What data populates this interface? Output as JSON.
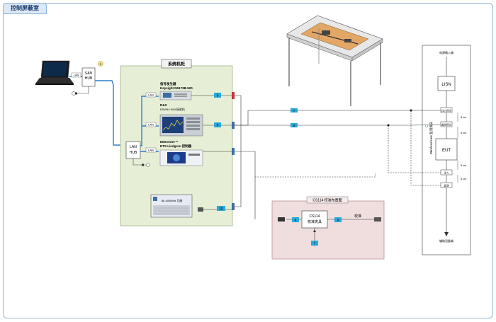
{
  "page_title": "控制屏蔽室",
  "hub1": {
    "label1": "SAN",
    "label2": "HUB",
    "lan": "LAN",
    "step": "1"
  },
  "hub2": {
    "label1": "LAN",
    "label2": "HUB"
  },
  "lan_labels": [
    "LAN",
    "LAN",
    "LAN"
  ],
  "cabinet": {
    "title": "系统机柜"
  },
  "instruments": [
    {
      "title": "信号发生器",
      "model": "Keysight N5173B-520"
    },
    {
      "title": "R&S",
      "model": "ESW44 EMI 接收机"
    },
    {
      "title": "EMCenter™",
      "model": "ETS-Lindgren 控制器"
    }
  ],
  "amp": {
    "label": "8k-400MHz 功放"
  },
  "cable_tags": [
    "5",
    "6",
    "7",
    "8",
    "9",
    "10"
  ],
  "cal_box": {
    "title": "CS114 校准布置图",
    "fixture1": "CS114",
    "fixture2": "校准夹具",
    "cal_label": "校准",
    "tag_a": "9",
    "tag_b": "8",
    "tag_c": "7"
  },
  "chamber": {
    "top_label": "电源输入端",
    "lisn": "LISN",
    "eut": "EUT",
    "bottom_label": "辅助设备端",
    "vertical_label": "Wireless/Line 监测探头",
    "dist_labels": [
      "5 cm",
      "5 cm",
      "5 cm",
      "5 cm"
    ],
    "probe_labels": [
      "注入探头",
      "监测探头",
      "注入",
      "监测"
    ]
  }
}
